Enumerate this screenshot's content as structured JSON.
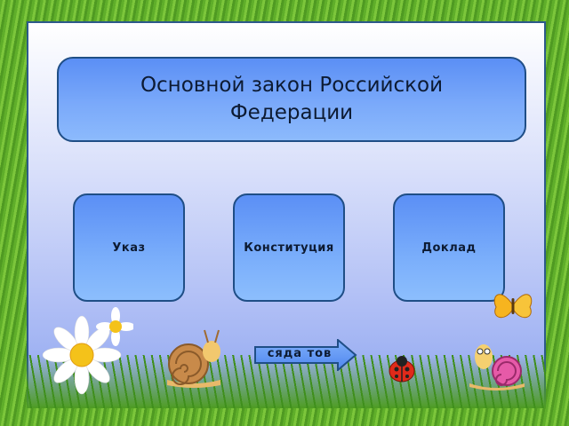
{
  "question": {
    "text": "Основной закон Российской Федерации"
  },
  "answers": [
    {
      "label": "Указ"
    },
    {
      "label": "Конституция"
    },
    {
      "label": "Доклад"
    }
  ],
  "navigation": {
    "next_label": "сяда тов"
  },
  "colors": {
    "box_fill": "#6f9ff7",
    "box_border": "#1f4e86",
    "background_grass": "#6cb733",
    "frame_gradient_bottom": "#8ea6ef"
  },
  "icons": [
    "arrow-right-icon",
    "flower-icon",
    "snail-icon",
    "ladybug-icon",
    "butterfly-icon"
  ]
}
